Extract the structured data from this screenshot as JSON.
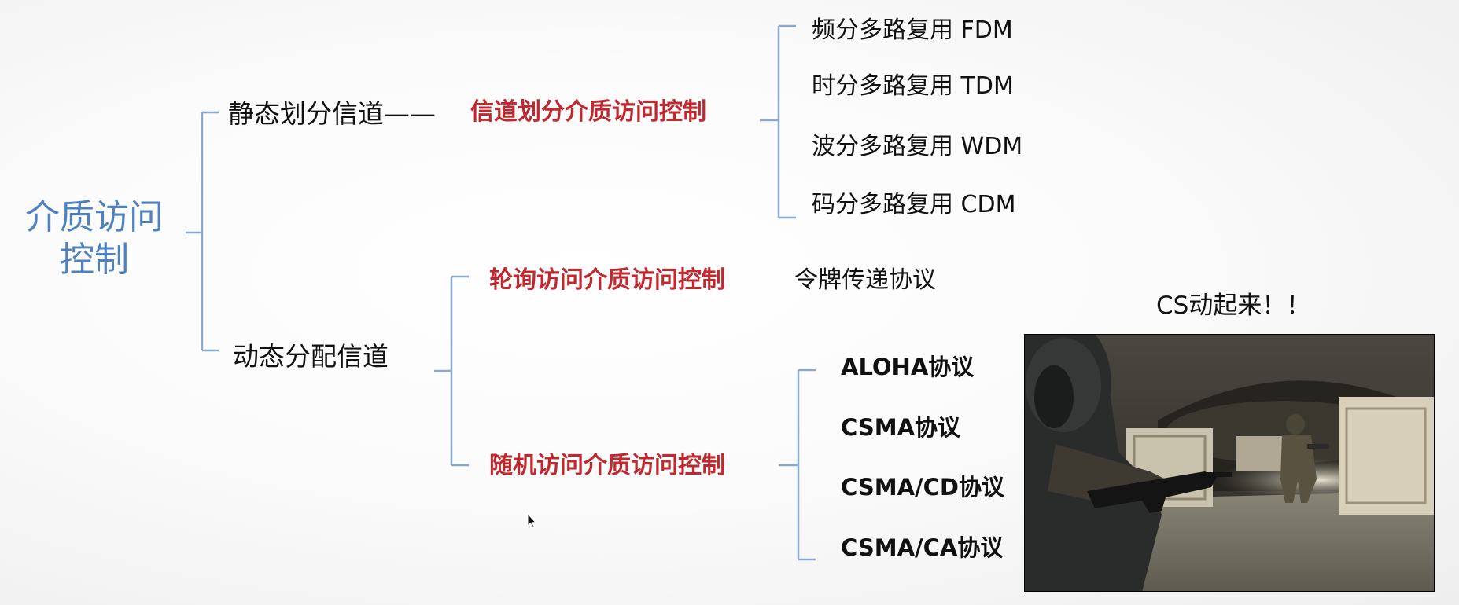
{
  "root": {
    "line1": "介质访问",
    "line2": "控制"
  },
  "static": {
    "label": "静态划分信道——",
    "type": "信道划分介质访问控制",
    "items": [
      "频分多路复用 FDM",
      "时分多路复用 TDM",
      "波分多路复用 WDM",
      "码分多路复用 CDM"
    ]
  },
  "dynamic": {
    "label": "动态分配信道",
    "polling": {
      "type": "轮询访问介质访问控制",
      "protocol": "令牌传递协议"
    },
    "random": {
      "type": "随机访问介质访问控制",
      "items": [
        "ALOHA协议",
        "CSMA协议",
        "CSMA/CD协议",
        "CSMA/CA协议"
      ]
    }
  },
  "caption": "CS动起来！！",
  "colors": {
    "root": "#4f81bd",
    "highlight": "#c0282f",
    "bracket": "#8aa9cf"
  }
}
